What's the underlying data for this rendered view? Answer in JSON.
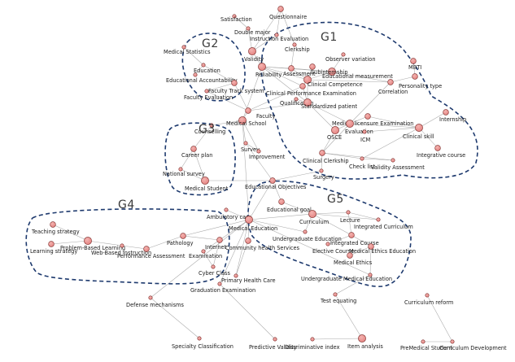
{
  "colors": {
    "node_fill": "#e3807e",
    "node_fill_light": "#f3b4b1",
    "node_stroke": "#7a2a28",
    "edge": "#a8a8a8",
    "group_outline": "#1e3a6e",
    "group_label": "#3a3a3a"
  },
  "groups": [
    {
      "id": "g1",
      "label": "G1"
    },
    {
      "id": "g2",
      "label": "G2"
    },
    {
      "id": "g3",
      "label": "G3"
    },
    {
      "id": "g4",
      "label": "G4"
    },
    {
      "id": "g5",
      "label": "G5"
    }
  ],
  "nodes": [
    {
      "id": "satisfaction",
      "label": "Satisfaction",
      "size": 1
    },
    {
      "id": "questionnaire",
      "label": "Questionnaire",
      "size": 2
    },
    {
      "id": "double_major",
      "label": "Double major",
      "size": 1
    },
    {
      "id": "instruction_evaluation",
      "label": "Instruction Evaluation",
      "size": 1
    },
    {
      "id": "clerkship",
      "label": "Clerkship",
      "size": 1
    },
    {
      "id": "medical_statistics",
      "label": "Medical Statistics",
      "size": 1
    },
    {
      "id": "validity",
      "label": "Validity",
      "size": 3
    },
    {
      "id": "reliability",
      "label": "Reliability",
      "size": 3
    },
    {
      "id": "assessment",
      "label": "Assessment",
      "size": 2
    },
    {
      "id": "observer_variation",
      "label": "Observer variation",
      "size": 1
    },
    {
      "id": "educational_measurement",
      "label": "Educational measurement",
      "size": 3
    },
    {
      "id": "mbti",
      "label": "MBTI",
      "size": 2
    },
    {
      "id": "personality_type",
      "label": "Personality type",
      "size": 2
    },
    {
      "id": "education",
      "label": "Education",
      "size": 1
    },
    {
      "id": "educational_accountability",
      "label": "Educational Accountability",
      "size": 1
    },
    {
      "id": "subinternship",
      "label": "Subinternship",
      "size": 2
    },
    {
      "id": "clinical_competence",
      "label": "Clinical Competence",
      "size": 3
    },
    {
      "id": "correlation",
      "label": "Correlation",
      "size": 2
    },
    {
      "id": "faculty_track_system",
      "label": "Faculty Track system",
      "size": 2
    },
    {
      "id": "faculty_evaluation",
      "label": "Faculty Evaluation",
      "size": 1
    },
    {
      "id": "clinical_performance_examination",
      "label": "Clinical Performance Examination",
      "size": 2
    },
    {
      "id": "qualification",
      "label": "Qualification",
      "size": 1
    },
    {
      "id": "standardized_patient",
      "label": "Standardized patient",
      "size": 3
    },
    {
      "id": "faculty",
      "label": "Faculty",
      "size": 2
    },
    {
      "id": "medical_school",
      "label": "Medical School",
      "size": 3
    },
    {
      "id": "medical_licensure_examination",
      "label": "Medical licensure Examination",
      "size": 2
    },
    {
      "id": "internship",
      "label": "Internship",
      "size": 2
    },
    {
      "id": "counselling",
      "label": "Counselling",
      "size": 1
    },
    {
      "id": "osce",
      "label": "OSCE",
      "size": 3
    },
    {
      "id": "evaluation",
      "label": "Evaluation",
      "size": 3
    },
    {
      "id": "icm",
      "label": "ICM",
      "size": 1
    },
    {
      "id": "clinical_skill",
      "label": "Clinical skill",
      "size": 3
    },
    {
      "id": "survey",
      "label": "Survey",
      "size": 1
    },
    {
      "id": "improvement",
      "label": "Improvement",
      "size": 1
    },
    {
      "id": "integrative_course",
      "label": "Integrative course",
      "size": 2
    },
    {
      "id": "career_plan",
      "label": "Career plan",
      "size": 2
    },
    {
      "id": "clinical_clerkship",
      "label": "Clinical Clerkship",
      "size": 2
    },
    {
      "id": "check_list",
      "label": "Check list",
      "size": 1
    },
    {
      "id": "validity_assessment",
      "label": "Validity Assessment",
      "size": 1
    },
    {
      "id": "national_survey",
      "label": "National survey",
      "size": 1
    },
    {
      "id": "surgery",
      "label": "Surgery",
      "size": 1
    },
    {
      "id": "medical_student",
      "label": "Medical Student",
      "size": 3
    },
    {
      "id": "educational_objectives",
      "label": "Educational Objectives",
      "size": 2
    },
    {
      "id": "educational_goal",
      "label": "Educational goal",
      "size": 2
    },
    {
      "id": "ambulatory_care",
      "label": "Ambulatory care",
      "size": 1
    },
    {
      "id": "curriculum",
      "label": "Curriculum",
      "size": 3
    },
    {
      "id": "lecture",
      "label": "Lecture",
      "size": 1
    },
    {
      "id": "integrated_curriculum",
      "label": "Integrated Curriculum",
      "size": 1
    },
    {
      "id": "teaching_strategy",
      "label": "Teaching strategy",
      "size": 2
    },
    {
      "id": "medical_education",
      "label": "Medical Education",
      "size": 3
    },
    {
      "id": "undergraduate_education",
      "label": "Undergraduate Education",
      "size": 1
    },
    {
      "id": "integrated_course",
      "label": "Integrated Course",
      "size": 2
    },
    {
      "id": "pathology",
      "label": "Pathology",
      "size": 2
    },
    {
      "id": "problem_based_learning",
      "label": "Problem-Based Learning",
      "size": 3
    },
    {
      "id": "learning_strategy",
      "label": "Learning strategy",
      "size": 2
    },
    {
      "id": "web_based_instruction",
      "label": "Web-Based Instruction",
      "size": 1
    },
    {
      "id": "internet",
      "label": "Internet",
      "size": 2
    },
    {
      "id": "performance_assessment",
      "label": "Performance Assessment",
      "size": 2
    },
    {
      "id": "examination",
      "label": "Examination",
      "size": 1
    },
    {
      "id": "community_health_services",
      "label": "Community health Services",
      "size": 2
    },
    {
      "id": "elective_course",
      "label": "Elective Course",
      "size": 1
    },
    {
      "id": "medical_ethics_education",
      "label": "Medical Ethics Education",
      "size": 2
    },
    {
      "id": "medical_ethics",
      "label": "Medical Ethics",
      "size": 2
    },
    {
      "id": "cyber_class",
      "label": "Cyber Class",
      "size": 1
    },
    {
      "id": "primary_health_care",
      "label": "Primary Health Care",
      "size": 1
    },
    {
      "id": "undergraduate_medical_education",
      "label": "Undergraduate Medical Education",
      "size": 1
    },
    {
      "id": "defense_mechanisms",
      "label": "Defense mechanisms",
      "size": 1
    },
    {
      "id": "graduation_examination",
      "label": "Graduation Examination",
      "size": 1
    },
    {
      "id": "test_equating",
      "label": "Test equating",
      "size": 1
    },
    {
      "id": "curriculum_reform",
      "label": "Curriculum reform",
      "size": 1
    },
    {
      "id": "specialty_classification",
      "label": "Specialty Classification",
      "size": 1
    },
    {
      "id": "predictive_validity",
      "label": "Predictive Validity",
      "size": 1
    },
    {
      "id": "discriminative_index",
      "label": "Discriminative index",
      "size": 1
    },
    {
      "id": "item_analysis",
      "label": "Item analysis",
      "size": 3
    },
    {
      "id": "premedical_student",
      "label": "PreMedical Student",
      "size": 1
    },
    {
      "id": "curriculum_development",
      "label": "Curriculum Development",
      "size": 1
    }
  ],
  "edges": [
    [
      "questionnaire",
      "instruction_evaluation"
    ],
    [
      "questionnaire",
      "validity"
    ],
    [
      "questionnaire",
      "clerkship"
    ],
    [
      "satisfaction",
      "double_major"
    ],
    [
      "double_major",
      "validity"
    ],
    [
      "instruction_evaluation",
      "validity"
    ],
    [
      "clerkship",
      "assessment"
    ],
    [
      "validity",
      "reliability"
    ],
    [
      "reliability",
      "assessment"
    ],
    [
      "reliability",
      "educational_measurement"
    ],
    [
      "reliability",
      "clinical_competence"
    ],
    [
      "reliability",
      "clinical_performance_examination"
    ],
    [
      "reliability",
      "standardized_patient"
    ],
    [
      "reliability",
      "medical_school"
    ],
    [
      "assessment",
      "educational_measurement"
    ],
    [
      "assessment",
      "clinical_competence"
    ],
    [
      "observer_variation",
      "educational_measurement"
    ],
    [
      "educational_measurement",
      "correlation"
    ],
    [
      "educational_measurement",
      "clinical_competence"
    ],
    [
      "mbti",
      "personality_type"
    ],
    [
      "personality_type",
      "correlation"
    ],
    [
      "correlation",
      "clinical_competence"
    ],
    [
      "correlation",
      "evaluation"
    ],
    [
      "subinternship",
      "clinical_competence"
    ],
    [
      "clinical_competence",
      "clinical_performance_examination"
    ],
    [
      "clinical_competence",
      "standardized_patient"
    ],
    [
      "clinical_performance_examination",
      "standardized_patient"
    ],
    [
      "qualification",
      "standardized_patient"
    ],
    [
      "standardized_patient",
      "osce"
    ],
    [
      "standardized_patient",
      "evaluation"
    ],
    [
      "standardized_patient",
      "faculty"
    ],
    [
      "osce",
      "evaluation"
    ],
    [
      "osce",
      "clinical_clerkship"
    ],
    [
      "evaluation",
      "medical_licensure_examination"
    ],
    [
      "evaluation",
      "clinical_clerkship"
    ],
    [
      "evaluation",
      "clinical_skill"
    ],
    [
      "medical_licensure_examination",
      "clinical_skill"
    ],
    [
      "icm",
      "clinical_skill"
    ],
    [
      "clinical_skill",
      "internship"
    ],
    [
      "clinical_skill",
      "integrative_course"
    ],
    [
      "clinical_skill",
      "check_list"
    ],
    [
      "clinical_clerkship",
      "check_list"
    ],
    [
      "clinical_clerkship",
      "validity_assessment"
    ],
    [
      "clinical_clerkship",
      "surgery"
    ],
    [
      "check_list",
      "validity_assessment"
    ],
    [
      "medical_statistics",
      "education"
    ],
    [
      "education",
      "educational_accountability"
    ],
    [
      "education",
      "faculty_track_system"
    ],
    [
      "faculty_track_system",
      "faculty_evaluation"
    ],
    [
      "faculty_track_system",
      "faculty"
    ],
    [
      "faculty_evaluation",
      "faculty"
    ],
    [
      "faculty",
      "medical_school"
    ],
    [
      "faculty",
      "clinical_performance_examination"
    ],
    [
      "medical_school",
      "counselling"
    ],
    [
      "medical_school",
      "survey"
    ],
    [
      "medical_school",
      "improvement"
    ],
    [
      "medical_school",
      "medical_education"
    ],
    [
      "counselling",
      "career_plan"
    ],
    [
      "career_plan",
      "national_survey"
    ],
    [
      "career_plan",
      "medical_student"
    ],
    [
      "national_survey",
      "medical_student"
    ],
    [
      "survey",
      "improvement"
    ],
    [
      "survey",
      "educational_objectives"
    ],
    [
      "surgery",
      "educational_objectives"
    ],
    [
      "educational_objectives",
      "educational_goal"
    ],
    [
      "educational_objectives",
      "medical_education"
    ],
    [
      "educational_goal",
      "curriculum"
    ],
    [
      "medical_student",
      "educational_objectives"
    ],
    [
      "curriculum",
      "lecture"
    ],
    [
      "curriculum",
      "integrated_curriculum"
    ],
    [
      "curriculum",
      "undergraduate_education"
    ],
    [
      "curriculum",
      "integrated_course"
    ],
    [
      "curriculum",
      "medical_education"
    ],
    [
      "lecture",
      "integrated_curriculum"
    ],
    [
      "lecture",
      "integrated_course"
    ],
    [
      "integrated_course",
      "medical_ethics_education"
    ],
    [
      "integrated_course",
      "elective_course"
    ],
    [
      "medical_ethics_education",
      "medical_ethics"
    ],
    [
      "medical_ethics_education",
      "undergraduate_medical_education"
    ],
    [
      "ambulatory_care",
      "medical_education"
    ],
    [
      "medical_education",
      "internet"
    ],
    [
      "medical_education",
      "community_health_services"
    ],
    [
      "medical_education",
      "pathology"
    ],
    [
      "medical_education",
      "undergraduate_education"
    ],
    [
      "medical_education",
      "undergraduate_medical_education"
    ],
    [
      "medical_education",
      "primary_health_care"
    ],
    [
      "medical_education",
      "defense_mechanisms"
    ],
    [
      "medical_education",
      "graduation_examination"
    ],
    [
      "teaching_strategy",
      "problem_based_learning"
    ],
    [
      "learning_strategy",
      "problem_based_learning"
    ],
    [
      "problem_based_learning",
      "web_based_instruction"
    ],
    [
      "web_based_instruction",
      "performance_assessment"
    ],
    [
      "performance_assessment",
      "pathology"
    ],
    [
      "pathology",
      "internet"
    ],
    [
      "internet",
      "examination"
    ],
    [
      "internet",
      "cyber_class"
    ],
    [
      "examination",
      "cyber_class"
    ],
    [
      "community_health_services",
      "primary_health_care"
    ],
    [
      "undergraduate_medical_education",
      "test_equating"
    ],
    [
      "defense_mechanisms",
      "specialty_classification"
    ],
    [
      "graduation_examination",
      "predictive_validity"
    ],
    [
      "test_equating",
      "item_analysis"
    ],
    [
      "discriminative_index",
      "item_analysis"
    ],
    [
      "curriculum_reform",
      "curriculum_development"
    ],
    [
      "premedical_student",
      "curriculum_development"
    ]
  ]
}
